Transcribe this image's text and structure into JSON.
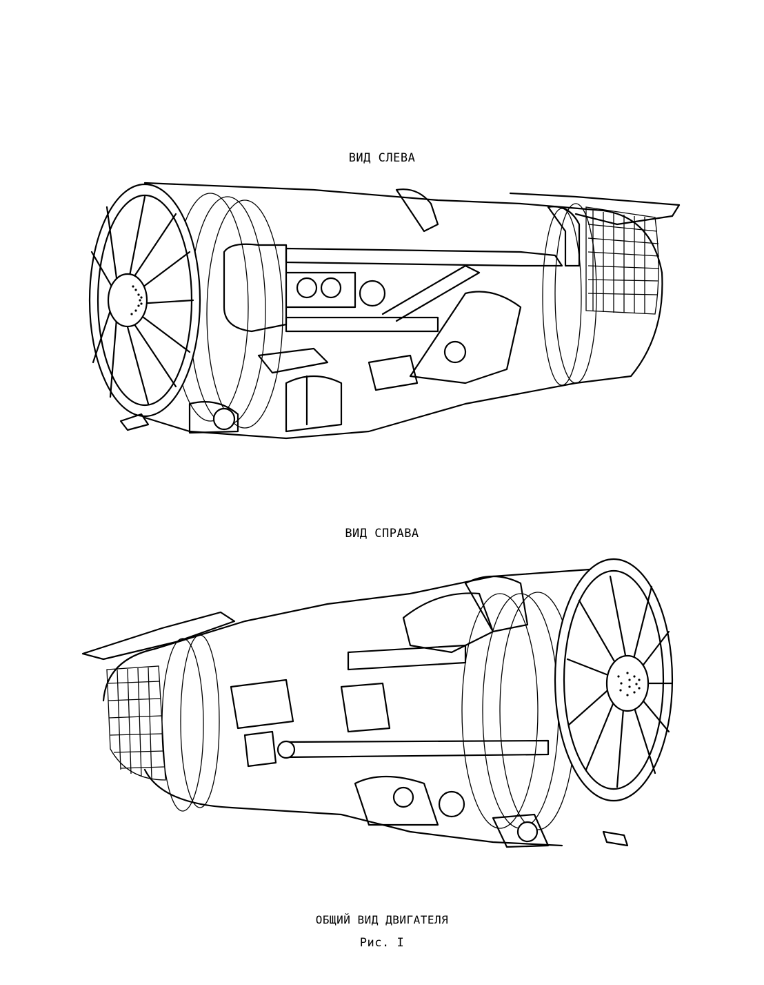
{
  "page": {
    "caption_left_view": "ВИД СЛЕВА",
    "caption_right_view": "ВИД СПРАВА",
    "caption_general_view": "ОБЩИЙ ВИД ДВИГАТЕЛЯ",
    "figure_label": "Рис. I"
  },
  "colors": {
    "ink": "#000000",
    "paper": "#ffffff"
  }
}
